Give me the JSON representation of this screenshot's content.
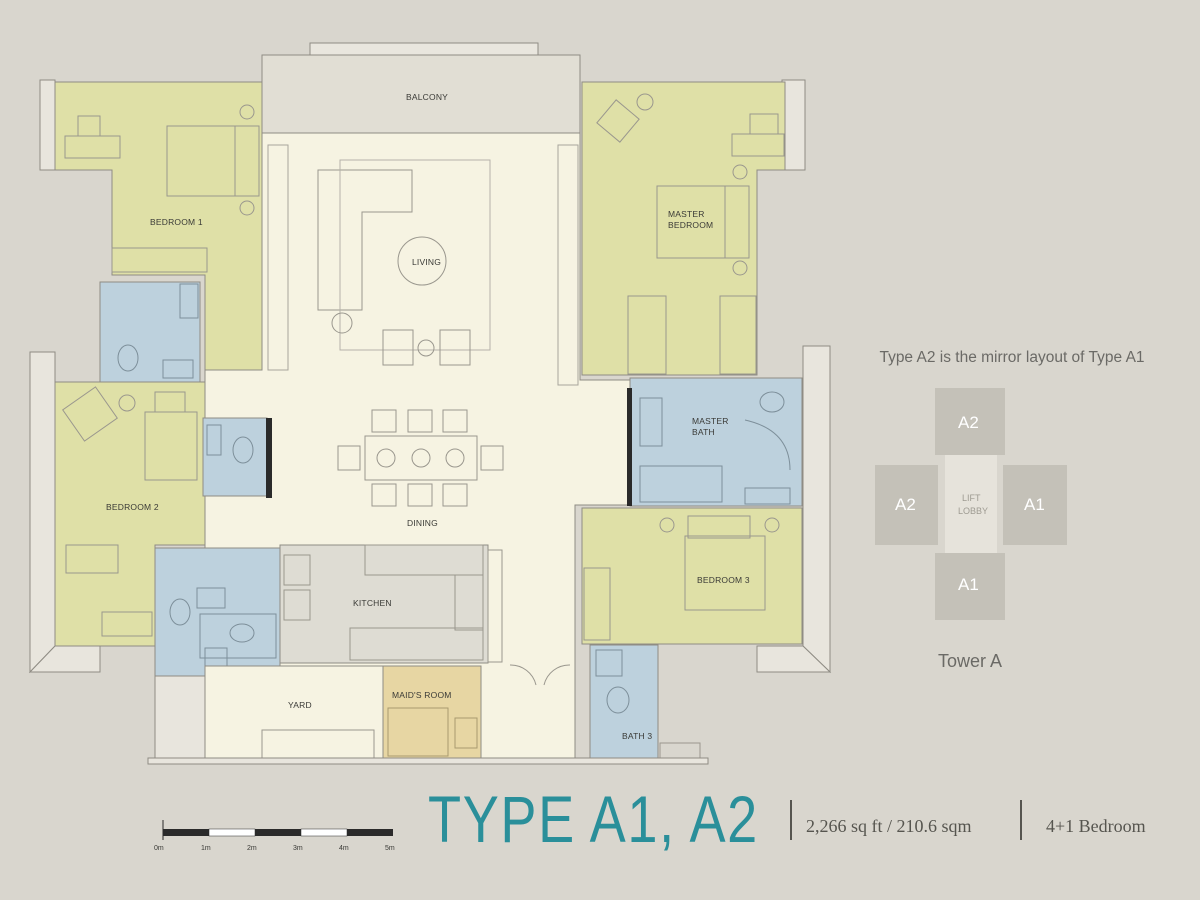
{
  "rooms": {
    "balcony": "BALCONY",
    "bedroom1": "BEDROOM 1",
    "living": "LIVING",
    "master_bedroom_line1": "MASTER",
    "master_bedroom_line2": "BEDROOM",
    "master_bath_line1": "MASTER",
    "master_bath_line2": "BATH",
    "bedroom2": "BEDROOM 2",
    "dining": "DINING",
    "kitchen": "KITCHEN",
    "bedroom3": "BEDROOM 3",
    "yard": "YARD",
    "maids_room": "MAID'S ROOM",
    "bath3": "BATH 3"
  },
  "key_plan": {
    "note": "Type A2 is the mirror layout of Type A1",
    "top": "A2",
    "left": "A2",
    "right": "A1",
    "bottom": "A1",
    "center_line1": "LIFT",
    "center_line2": "LOBBY",
    "tower_name": "Tower A"
  },
  "scale_bar": {
    "labels": [
      "0m",
      "1m",
      "2m",
      "3m",
      "4m",
      "5m"
    ]
  },
  "footer": {
    "title": "TYPE A1, A2",
    "area": "2,266 sq ft / 210.6 sqm",
    "bedrooms": "4+1 Bedroom"
  },
  "colors": {
    "background": "#d9d6ce",
    "bedroom": "#dfe0a7",
    "bath": "#bdd1dd",
    "living": "#f6f3e2",
    "maids_room": "#e7d6a3",
    "kitchen": "#dedcd3",
    "accent": "#2a8f9a"
  }
}
